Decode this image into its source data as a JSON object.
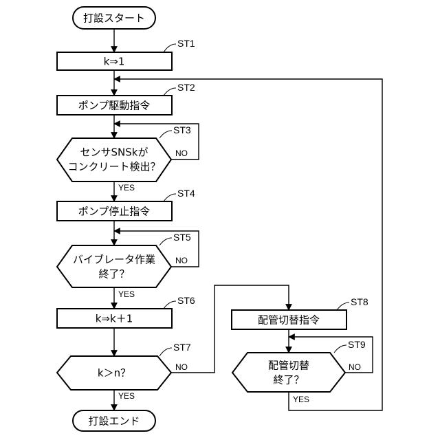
{
  "nodes": {
    "start": {
      "label": "打設スタート"
    },
    "st1_box": {
      "label": "k⇒1"
    },
    "st2_box": {
      "label": "ポンプ駆動指令"
    },
    "st3_dec": {
      "line1": "センサSNSkが",
      "line2": "コンクリート検出？"
    },
    "st4_box": {
      "label": "ポンプ停止指令"
    },
    "st5_dec": {
      "line1": "バイブレータ作業",
      "line2": "終了？"
    },
    "st6_box": {
      "label": "k⇒k＋1"
    },
    "st7_dec": {
      "label": "k＞n？"
    },
    "st8_box": {
      "label": "配管切替指令"
    },
    "st9_dec": {
      "line1": "配管切替",
      "line2": "終了？"
    },
    "end": {
      "label": "打設エンド"
    }
  },
  "steps": {
    "st1": "ST1",
    "st2": "ST2",
    "st3": "ST3",
    "st4": "ST4",
    "st5": "ST5",
    "st6": "ST6",
    "st7": "ST7",
    "st8": "ST8",
    "st9": "ST9"
  },
  "branches": {
    "yes": "YES",
    "no": "NO"
  },
  "colors": {
    "stroke": "#000000",
    "fill": "#ffffff"
  }
}
